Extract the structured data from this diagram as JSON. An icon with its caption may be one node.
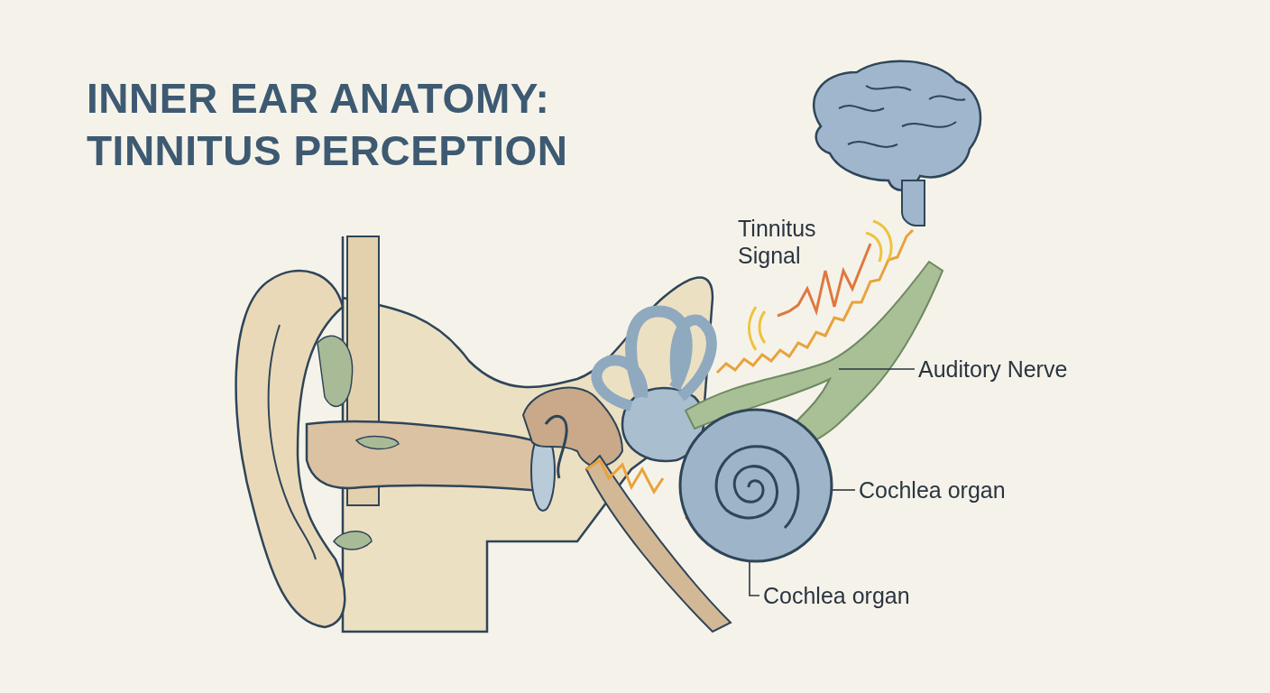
{
  "diagram": {
    "title": "INNER EAR ANATOMY: TINNITUS PERCEPTION",
    "nodes": [
      {
        "text": [
          "Auditory Nerve"
        ]
      },
      {
        "text": [],
        "shape": "picture"
      },
      {
        "text": [
          "Cochlea organ"
        ]
      },
      {
        "text": [
          "Cochlea organ"
        ]
      },
      {
        "text": [],
        "shape": "picture"
      }
    ],
    "edges": [
      {
        "from": 0,
        "to": 1,
        "arrow": "none"
      },
      {
        "from": 2,
        "to": 4,
        "arrow": "none"
      },
      {
        "from": 3,
        "to": 4,
        "arrow": "none"
      }
    ],
    "labels": [
      "Tinnitus Signal"
    ]
  }
}
